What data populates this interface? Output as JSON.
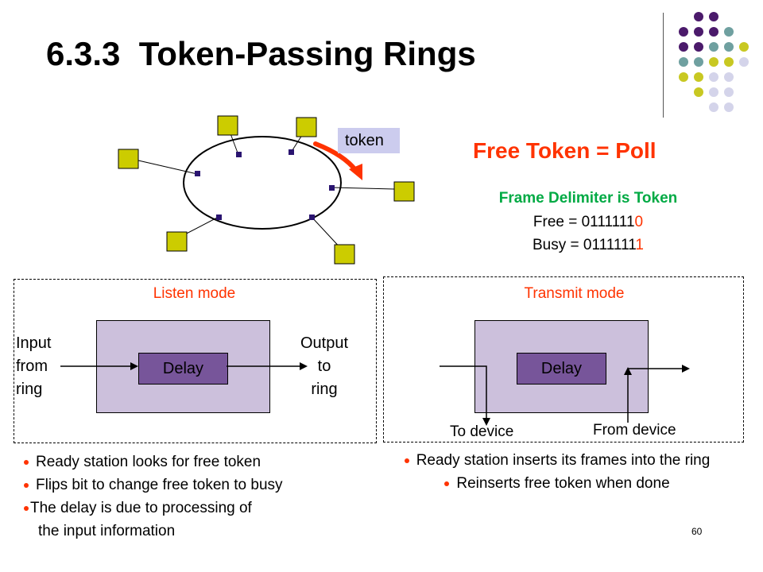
{
  "slide": {
    "title": "6.3.3  Token-Passing Rings",
    "page_number": "60"
  },
  "ring": {
    "token_label": "token"
  },
  "info": {
    "headline": "Free Token = Poll",
    "delimiter_heading": "Frame Delimiter is Token",
    "free_prefix": "Free = 0111111",
    "free_last_bit": "0",
    "busy_prefix": "Busy = 0111111",
    "busy_last_bit": "1"
  },
  "listen_mode": {
    "label": "Listen mode",
    "delay_label": "Delay",
    "input_label": [
      "Input",
      "from",
      "ring"
    ],
    "output_label": [
      "Output",
      "to",
      "ring"
    ],
    "bullets": [
      "Ready station looks for free token",
      "Flips bit to change free token to busy",
      "The delay is due to processing of",
      "the input information"
    ]
  },
  "transmit_mode": {
    "label": "Transmit mode",
    "delay_label": "Delay",
    "to_device": "To device",
    "from_device": "From device",
    "bullets": [
      "Ready station inserts its frames into the ring",
      "Reinserts free token when done"
    ]
  },
  "colors": {
    "accent_red": "#ff3300",
    "heading_green": "#00aa44",
    "station_fill": "#cccc00",
    "delay_fill": "#77559a",
    "box_fill": "#ccc0dc",
    "dot_purple": "#4b1a6b",
    "dot_teal": "#6fa0a0",
    "dot_yellow": "#c8c822",
    "dot_lavender": "#d4d4ea"
  }
}
